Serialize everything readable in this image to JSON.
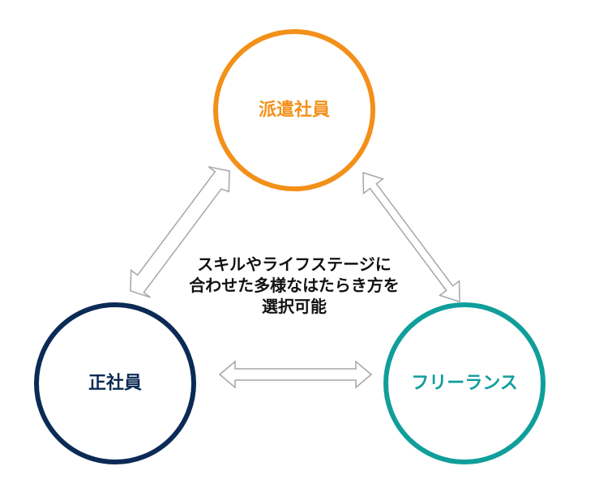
{
  "nodes": {
    "top": {
      "label": "派遣社員",
      "color": "#F39019"
    },
    "left": {
      "label": "正社員",
      "color": "#0B2A55"
    },
    "right": {
      "label": "フリーランス",
      "color": "#109E9B"
    }
  },
  "center_text": [
    "スキルやライフステージに",
    "合わせた多様なはたらき方を",
    "選択可能"
  ],
  "arrow_colors": {
    "fill": "#FFFFFF",
    "stroke": "#A6A6A6"
  }
}
